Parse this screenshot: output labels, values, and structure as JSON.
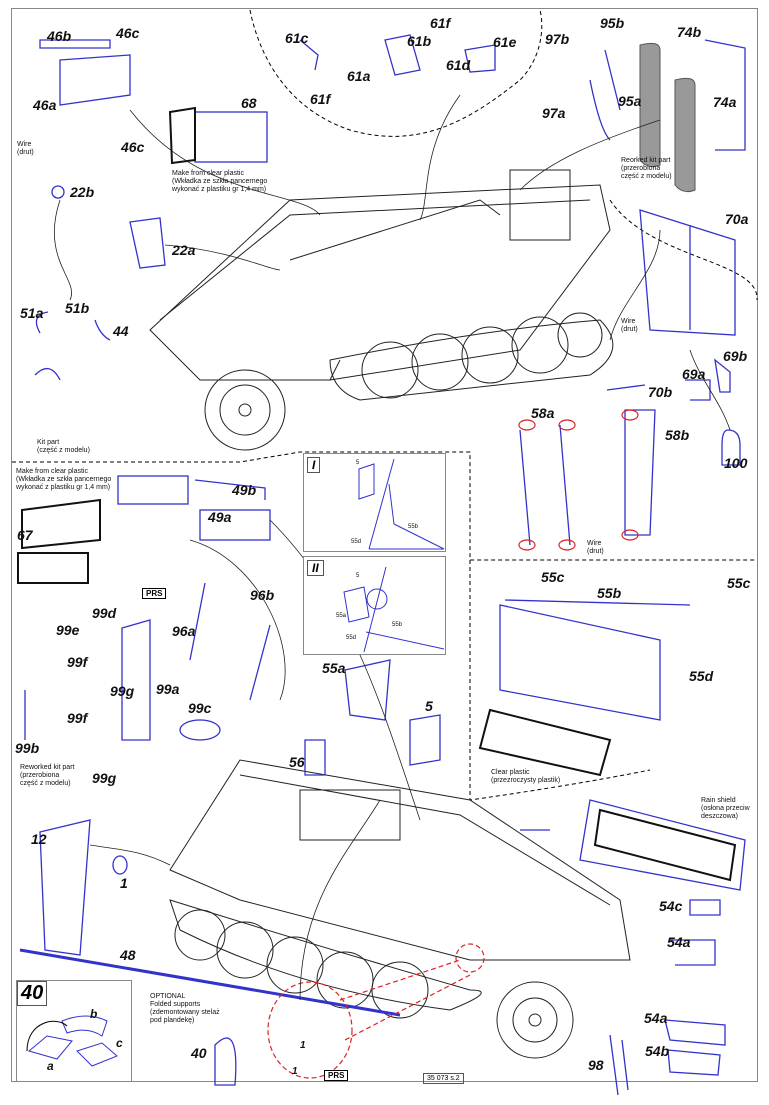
{
  "sheet_code": "35 073 s.2",
  "parts": {
    "46b": "46b",
    "46c": "46c",
    "46a": "46a",
    "68": "68",
    "61c": "61c",
    "61f": "61f",
    "61b": "61b",
    "61e": "61e",
    "61a": "61a",
    "61d": "61d",
    "95b": "95b",
    "74b": "74b",
    "97b": "97b",
    "95a": "95a",
    "74a": "74a",
    "97a": "97a",
    "22b": "22b",
    "22a": "22a",
    "70a": "70a",
    "51a": "51a",
    "51b": "51b",
    "44": "44",
    "69b": "69b",
    "70b": "70b",
    "69a": "69a",
    "58a": "58a",
    "58b": "58b",
    "100": "100",
    "67": "67",
    "49b": "49b",
    "49a": "49a",
    "96b": "96b",
    "96a": "96a",
    "99d": "99d",
    "99e": "99e",
    "99f": "99f",
    "99g": "99g",
    "99a": "99a",
    "99c": "99c",
    "99b": "99b",
    "55c": "55c",
    "55b": "55b",
    "55d": "55d",
    "55a": "55a",
    "5": "5",
    "56": "56",
    "12": "12",
    "1": "1",
    "48": "48",
    "54c": "54c",
    "54a": "54a",
    "54b": "54b",
    "40": "40",
    "98": "98"
  },
  "notes": {
    "wire": "Wire\n(drut)",
    "clear_plastic_make": "Make from clear plastic\n(Wkładka ze szkła pancernego\nwykonać z plastiku gr 1,4 mm)",
    "reorked": "Reorked kit part\n(przerobiona\nczęść z modelu)",
    "kit_part": "Kit part\n(część z modelu)",
    "reworked": "Reworked kit part\n(przerobiona\nczęść z modelu)",
    "clear_plastic": "Clear plastic\n(przezroczysty plastik)",
    "rain_shield": "Rain shield\n(osłona przeciw\ndeszczowa)",
    "optional": "OPTIONAL\nFolded supports\n(zdemontowany stelaż\npod plandekę)",
    "prs": "PRS"
  },
  "insets": {
    "I": {
      "title": "I",
      "labels": [
        "5",
        "55b",
        "55d"
      ]
    },
    "II": {
      "title": "II",
      "labels": [
        "5",
        "55a",
        "55b",
        "55d"
      ]
    }
  },
  "option_box": {
    "number": "40",
    "a": "a",
    "b": "b",
    "c": "c"
  },
  "colors": {
    "part": "#3333cc",
    "highlight": "#dd2222",
    "outline": "#222222",
    "glass": "#999999"
  }
}
